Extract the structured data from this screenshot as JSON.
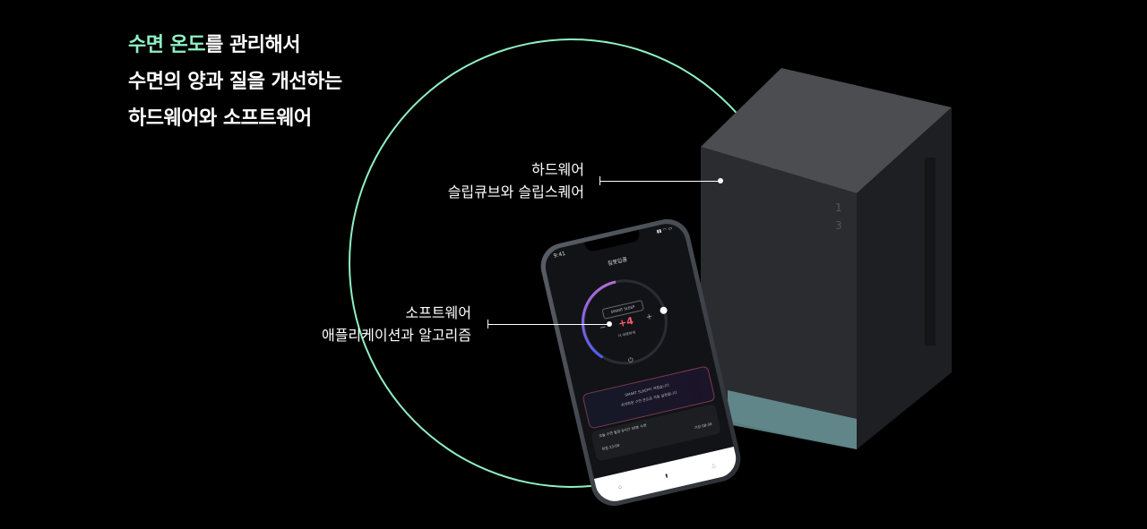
{
  "headline": {
    "line1_accent": "수면 온도",
    "line1_rest": "를 관리해서",
    "line2": "수면의 양과 질을 개선하는",
    "line3": "하드웨어와 소프트웨어"
  },
  "callouts": {
    "hardware": {
      "title": "하드웨어",
      "subtitle": "슬립큐브와 슬립스퀘어"
    },
    "software": {
      "title": "소프트웨어",
      "subtitle": "애플리케이션과 알고리즘"
    }
  },
  "phone": {
    "time": "9:41",
    "app_title": "침봇딥큠",
    "mode_badge": "SMART SLEEP",
    "minus": "−",
    "plus": "+",
    "temp_offset": "+4",
    "temp_desc": "더 따뜻하게",
    "card_lines": [
      "SMART SLEEP이 켜졌습니다",
      "최적화된 수면 온도로 자동 설정됩니다"
    ],
    "schedule_title": "오늘 수면 일정 8시간 30분 수면",
    "bedtime": "취침 23:00",
    "waketime": "기상 08:30",
    "tabs": [
      "홈",
      "",
      ""
    ]
  },
  "colors": {
    "accent": "#8ff0c3",
    "background": "#000000",
    "temp": "#ff5a6e"
  }
}
